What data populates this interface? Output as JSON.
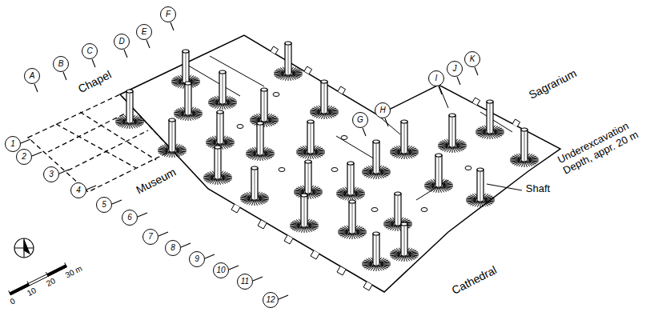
{
  "diagram": {
    "nodes": [
      {
        "text": [
          "A"
        ]
      },
      {
        "text": [
          "B"
        ]
      },
      {
        "text": [
          "C"
        ]
      },
      {
        "text": [
          "D"
        ]
      },
      {
        "text": [
          "E"
        ]
      },
      {
        "text": [
          "F"
        ]
      },
      {
        "text": [
          "G"
        ]
      },
      {
        "text": [
          "H"
        ]
      },
      {
        "text": [
          "I"
        ]
      },
      {
        "text": [
          "J"
        ]
      },
      {
        "text": [
          "K"
        ]
      },
      {
        "text": [
          "1"
        ]
      },
      {
        "text": [
          "2"
        ]
      },
      {
        "text": [
          "3"
        ]
      },
      {
        "text": [
          "4"
        ]
      },
      {
        "text": [
          "5"
        ]
      },
      {
        "text": [
          "6"
        ]
      },
      {
        "text": [
          "7"
        ]
      },
      {
        "text": [
          "8"
        ]
      },
      {
        "text": [
          "9"
        ]
      },
      {
        "text": [
          "10"
        ]
      },
      {
        "text": [
          "11"
        ]
      },
      {
        "text": [
          "12"
        ]
      }
    ],
    "labels": [
      "Chapel",
      "Museum",
      "Sagrarium",
      "Shaft",
      "Underexcavation Depth, appr. 20 m",
      "Cathedral",
      "0",
      "10",
      "20",
      "30 m"
    ]
  }
}
